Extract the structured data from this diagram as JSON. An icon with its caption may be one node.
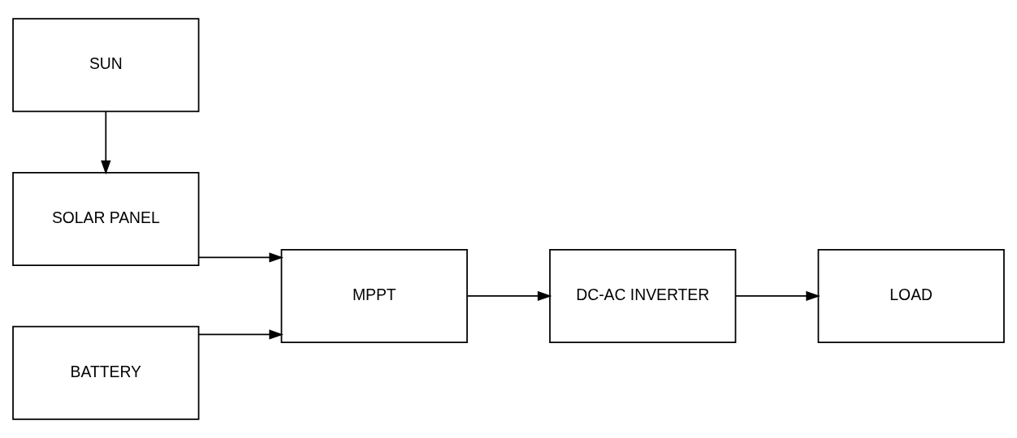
{
  "diagram": {
    "nodes": [
      {
        "text": [
          "SUN"
        ]
      },
      {
        "text": [
          "SOLAR PANEL"
        ]
      },
      {
        "text": [
          "MPPT"
        ]
      },
      {
        "text": [
          "DC-AC INVERTER"
        ]
      },
      {
        "text": [
          "LOAD"
        ]
      },
      {
        "text": [
          "BATTERY"
        ]
      }
    ],
    "edges": [
      {
        "from": 0,
        "to": 1,
        "arrow": "to"
      },
      {
        "from": 1,
        "to": 2,
        "arrow": "to"
      },
      {
        "from": 5,
        "to": 2,
        "arrow": "to"
      },
      {
        "from": 2,
        "to": 3,
        "arrow": "to"
      },
      {
        "from": 3,
        "to": 4,
        "arrow": "to"
      }
    ]
  }
}
